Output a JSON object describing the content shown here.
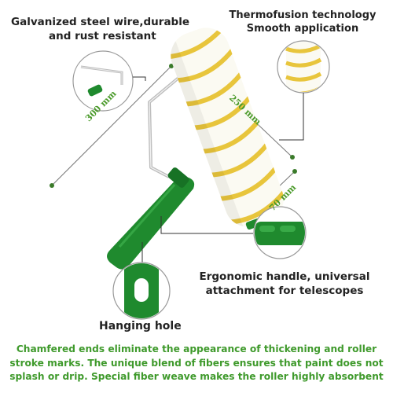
{
  "callouts": {
    "steel_wire": [
      "Galvanized steel wire,durable",
      "and rust resistant"
    ],
    "thermofusion": [
      "Thermofusion technology",
      "Smooth application"
    ],
    "handle": [
      "Ergonomic handle, universal",
      "attachment for telescopes"
    ],
    "hanging_hole": "Hanging hole"
  },
  "dimensions": {
    "overall_length": "300 mm",
    "roller_length": "250 mm",
    "roller_diameter": "70 mm"
  },
  "footer": {
    "lines": [
      "Chamfered ends eliminate the appearance of thickening and roller",
      "stroke marks. The unique blend of fibers ensures that paint does not",
      "splash or drip. Special fiber weave makes the roller highly absorbent"
    ]
  },
  "colors": {
    "accent_green": "#3f9a2c",
    "handle_green": "#1f8a2e",
    "roller_stripe": "#e8c53c",
    "roller_base": "#fbfaf2"
  }
}
